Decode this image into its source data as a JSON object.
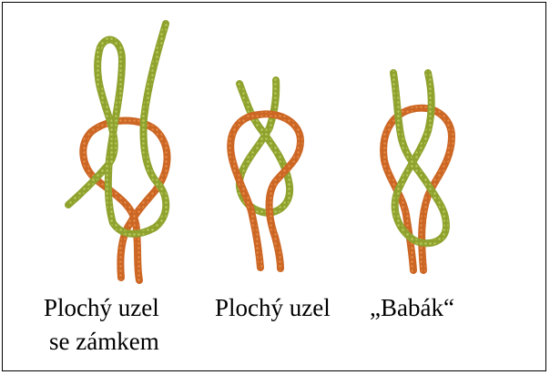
{
  "colors": {
    "green": "#8fa22e",
    "orange": "#cc6624",
    "border": "#000000"
  },
  "knots": [
    {
      "name": "flat-knot-locked",
      "label_line1": "Plochý uzel",
      "label_line2": "se zámkem"
    },
    {
      "name": "flat-knot",
      "label_line1": "Plochý uzel"
    },
    {
      "name": "granny-knot",
      "label_line1": "„Babák“"
    }
  ]
}
